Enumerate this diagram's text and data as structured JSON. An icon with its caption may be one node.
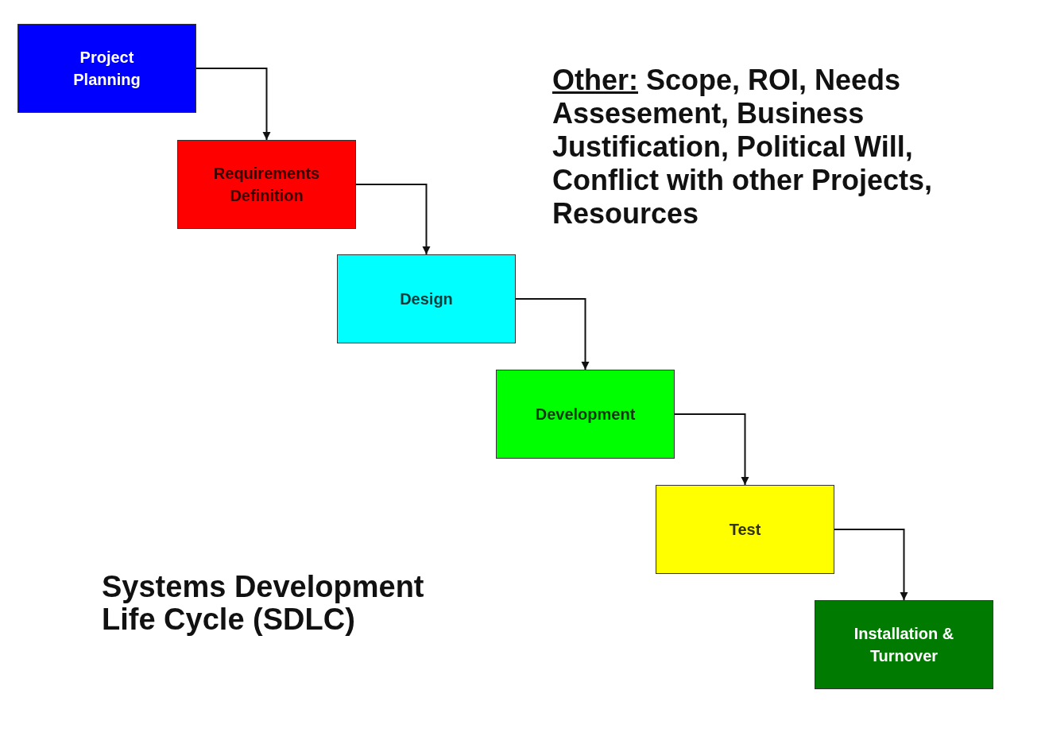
{
  "diagram": {
    "title": "Systems Development Life Cycle (SDLC)",
    "nodes": [
      {
        "text": [
          "Project Planning"
        ]
      },
      {
        "text": [
          "Requirements Definition"
        ]
      },
      {
        "text": [
          "Design"
        ]
      },
      {
        "text": [
          "Development"
        ]
      },
      {
        "text": [
          "Test"
        ]
      },
      {
        "text": [
          "Installation & Turnover"
        ]
      }
    ],
    "edges": [
      {
        "from": 0,
        "to": 1,
        "arrow": "to"
      },
      {
        "from": 1,
        "to": 2,
        "arrow": "to"
      },
      {
        "from": 2,
        "to": 3,
        "arrow": "to"
      },
      {
        "from": 3,
        "to": 4,
        "arrow": "to"
      },
      {
        "from": 4,
        "to": 5,
        "arrow": "to"
      }
    ],
    "labels": [
      "Other:",
      "Scope, ROI, Needs Assesement, Business Justification, Political Will, Conflict with other Projects, Resources"
    ]
  }
}
